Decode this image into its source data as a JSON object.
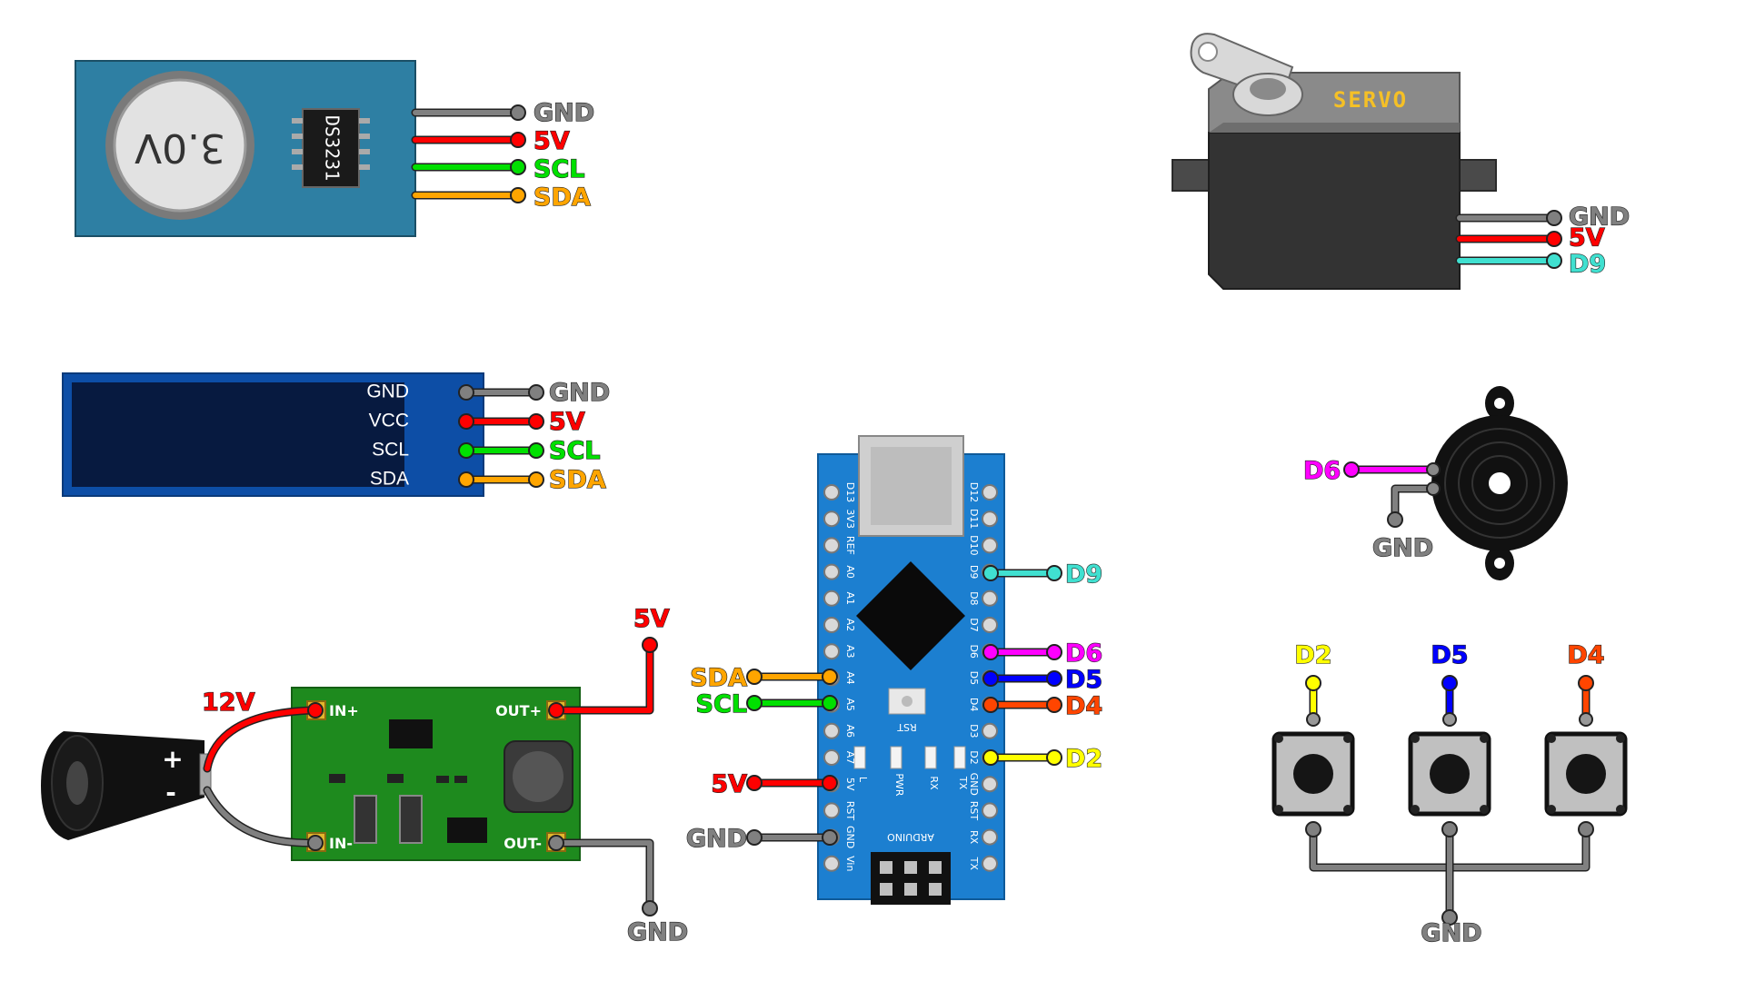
{
  "colors": {
    "gnd": "#808080",
    "v5": "#ff0000",
    "scl": "#00e000",
    "sda": "#ffa500",
    "d9": "#40e0d0",
    "d6": "#ff00ff",
    "d5": "#0000ff",
    "d4": "#ff4500",
    "d2": "#ffff00",
    "v12": "#ff0000"
  },
  "rtc": {
    "battery_text": "3.0V",
    "chip_text": "DS3231",
    "labels": {
      "gnd": "GND",
      "v5": "5V",
      "scl": "SCL",
      "sda": "SDA"
    }
  },
  "servo": {
    "title": "SERVO",
    "labels": {
      "gnd": "GND",
      "v5": "5V",
      "sig": "D9"
    }
  },
  "oled": {
    "pins": [
      "GND",
      "VCC",
      "SCL",
      "SDA"
    ],
    "labels": {
      "gnd": "GND",
      "v5": "5V",
      "scl": "SCL",
      "sda": "SDA"
    }
  },
  "buzzer": {
    "labels": {
      "sig": "D6",
      "gnd": "GND"
    }
  },
  "converter": {
    "in_plus": "IN+",
    "in_minus": "IN-",
    "out_plus": "OUT+",
    "out_minus": "OUT-",
    "labels": {
      "in": "12V",
      "out": "5V",
      "gnd": "GND"
    },
    "jack_plus": "+",
    "jack_minus": "-"
  },
  "nano": {
    "left_pins": [
      "D13",
      "3V3",
      "REF",
      "A0",
      "A1",
      "A2",
      "A3",
      "A4",
      "A5",
      "A6",
      "A7",
      "5V",
      "RST",
      "GND",
      "Vin"
    ],
    "right_pins": [
      "D12",
      "D11",
      "D10",
      "D9",
      "D8",
      "D7",
      "D6",
      "D5",
      "D4",
      "D3",
      "D2",
      "GND",
      "RST",
      "RX",
      "TX"
    ],
    "rst_label": "RST",
    "leds": [
      "L",
      "PWR",
      "RX",
      "TX"
    ],
    "brand": "ARDUINO",
    "labels": {
      "sda": "SDA",
      "scl": "SCL",
      "v5": "5V",
      "gnd": "GND",
      "d9": "D9",
      "d6": "D6",
      "d5": "D5",
      "d4": "D4",
      "d2": "D2"
    }
  },
  "buttons": {
    "labels": {
      "b1": "D2",
      "b2": "D5",
      "b3": "D4",
      "gnd": "GND"
    }
  }
}
